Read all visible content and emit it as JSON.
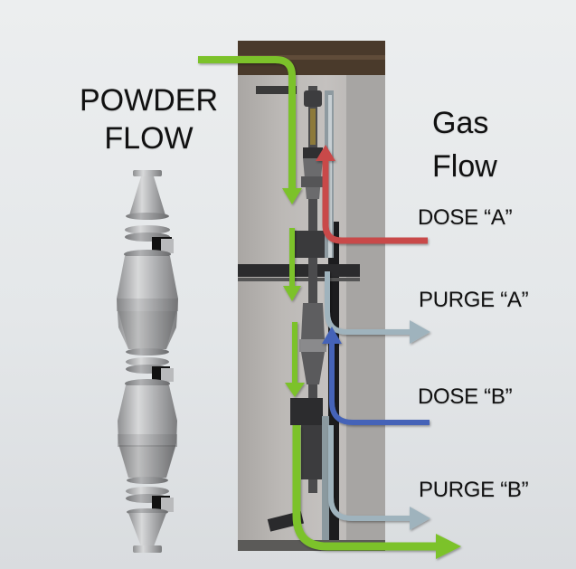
{
  "powder_flow": {
    "line1": "POWDER",
    "line2": "FLOW"
  },
  "gas_flow": {
    "line1": "Gas",
    "line2": "Flow"
  },
  "labels": {
    "dose_a": "DOSE “A”",
    "purge_a": "PURGE “A”",
    "dose_b": "DOSE “B”",
    "purge_b": "PURGE “B”"
  },
  "colors": {
    "powder_arrow": "#7cc22a",
    "dose_a_arrow": "#c94a4a",
    "dose_b_arrow": "#4463b8",
    "purge_arrow": "#9fb3bd",
    "background": "#e6e9eb"
  },
  "images": {
    "left": "3d-model-of-stacked-conical-reactor-stages",
    "center": "photo-of-vertical-reactor-apparatus"
  }
}
